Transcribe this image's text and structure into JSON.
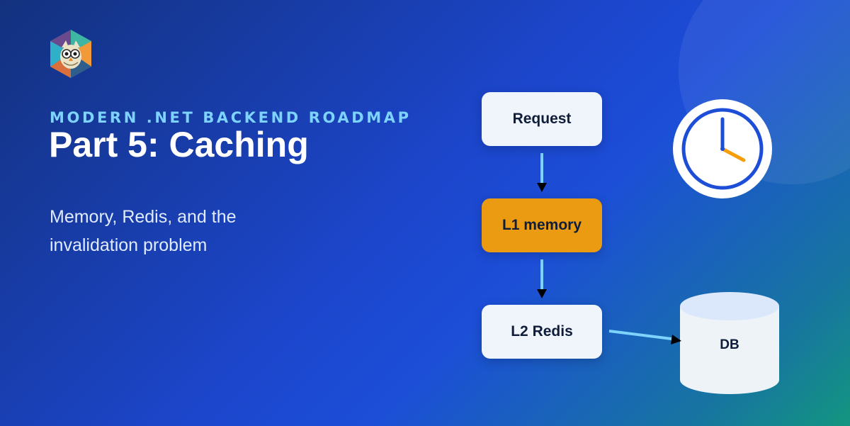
{
  "header": {
    "eyebrow": "MODERN .NET BACKEND ROADMAP",
    "title": "Part 5: Caching",
    "subtitle": "Memory, Redis, and the invalidation problem"
  },
  "logo": {
    "icon": "owl-badge-icon"
  },
  "diagram": {
    "nodes": [
      {
        "id": "request",
        "label": "Request"
      },
      {
        "id": "l1",
        "label": "L1 memory"
      },
      {
        "id": "l2",
        "label": "L2 Redis"
      },
      {
        "id": "db",
        "label": "DB"
      }
    ],
    "edges": [
      {
        "from": "request",
        "to": "l1"
      },
      {
        "from": "l1",
        "to": "l2"
      },
      {
        "from": "l2",
        "to": "db"
      }
    ],
    "clock_icon": "clock-icon",
    "database_icon": "database-cylinder-icon"
  },
  "colors": {
    "background_start": "#13317e",
    "background_mid": "#1c4ed8",
    "background_end": "#139680",
    "eyebrow": "#7dd3fc",
    "title": "#ffffff",
    "subtitle": "#e0ebff",
    "node_fill": "#f0f4fb",
    "node_highlight": "#ea9b12",
    "node_text": "#0f1d3a",
    "connector": "#7dd3fc",
    "clock_ring": "#1d4ed8",
    "clock_hour_hand": "#f59e0b"
  }
}
